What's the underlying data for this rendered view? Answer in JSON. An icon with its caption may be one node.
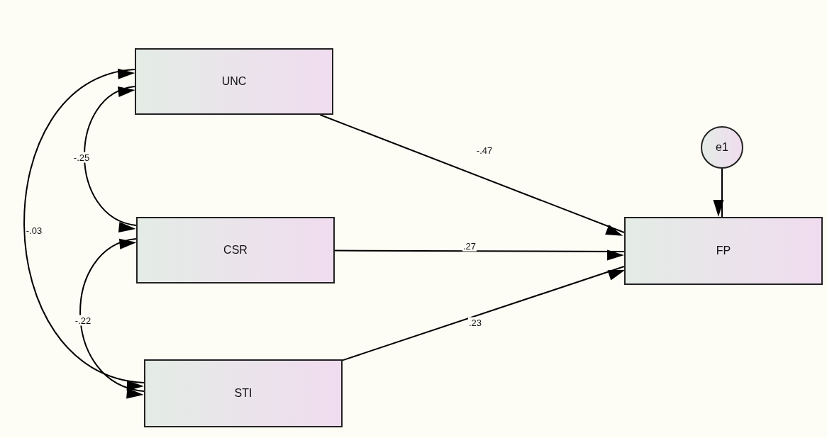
{
  "diagram": {
    "nodes": [
      {
        "text": [
          "UNC"
        ]
      },
      {
        "text": [
          "CSR"
        ]
      },
      {
        "text": [
          "STI"
        ]
      },
      {
        "text": [
          "FP"
        ]
      },
      {
        "text": [
          "e1"
        ]
      }
    ],
    "edges": [
      {
        "from": 0,
        "to": 3,
        "arrow": "to",
        "label": "-.47"
      },
      {
        "from": 1,
        "to": 3,
        "arrow": "to",
        "label": ".27"
      },
      {
        "from": 2,
        "to": 3,
        "arrow": "to",
        "label": ".23"
      },
      {
        "from": 4,
        "to": 3,
        "arrow": "to"
      },
      {
        "from": 0,
        "to": 1,
        "arrow": "both",
        "label": "-.25"
      },
      {
        "from": 1,
        "to": 2,
        "arrow": "both",
        "label": "-.22"
      },
      {
        "from": 0,
        "to": 2,
        "arrow": "both",
        "label": "-.03"
      }
    ]
  }
}
